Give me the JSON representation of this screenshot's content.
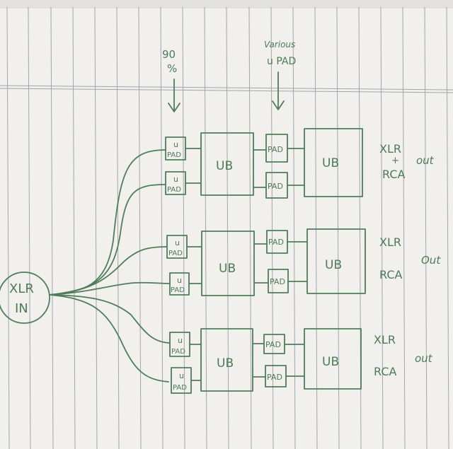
{
  "annotations": {
    "top_left": [
      "90",
      "%"
    ],
    "top_right": [
      "Various",
      "u PAD"
    ]
  },
  "input": {
    "label_line1": "XLR",
    "label_line2": "IN"
  },
  "rows": [
    {
      "pad1": [
        "u",
        "PAD"
      ],
      "pad2": [
        "u",
        "PAD"
      ],
      "ub1": "UB",
      "pad3": "PAD",
      "pad4": "PAD",
      "ub2": "UB",
      "out_top": "XLR",
      "out_mid": "+",
      "out_bottom": "RCA",
      "out_label": "out"
    },
    {
      "pad1": [
        "u",
        "PAD"
      ],
      "pad2": [
        "u",
        "PAD"
      ],
      "ub1": "UB",
      "pad3": "PAD",
      "pad4": "PAD",
      "ub2": "UB",
      "out_top": "XLR",
      "out_bottom": "RCA",
      "out_label": "Out"
    },
    {
      "pad1": [
        "u",
        "PAD"
      ],
      "pad2": [
        "u",
        "PAD"
      ],
      "ub1": "UB",
      "pad3": "PAD",
      "pad4": "PAD",
      "ub2": "UB",
      "out_top": "XLR",
      "out_bottom": "RCA",
      "out_label": "out"
    }
  ],
  "colors": {
    "ink": "#4f7d5c",
    "paper": "#f3f2ee",
    "ruling": "#9fa6ad"
  }
}
